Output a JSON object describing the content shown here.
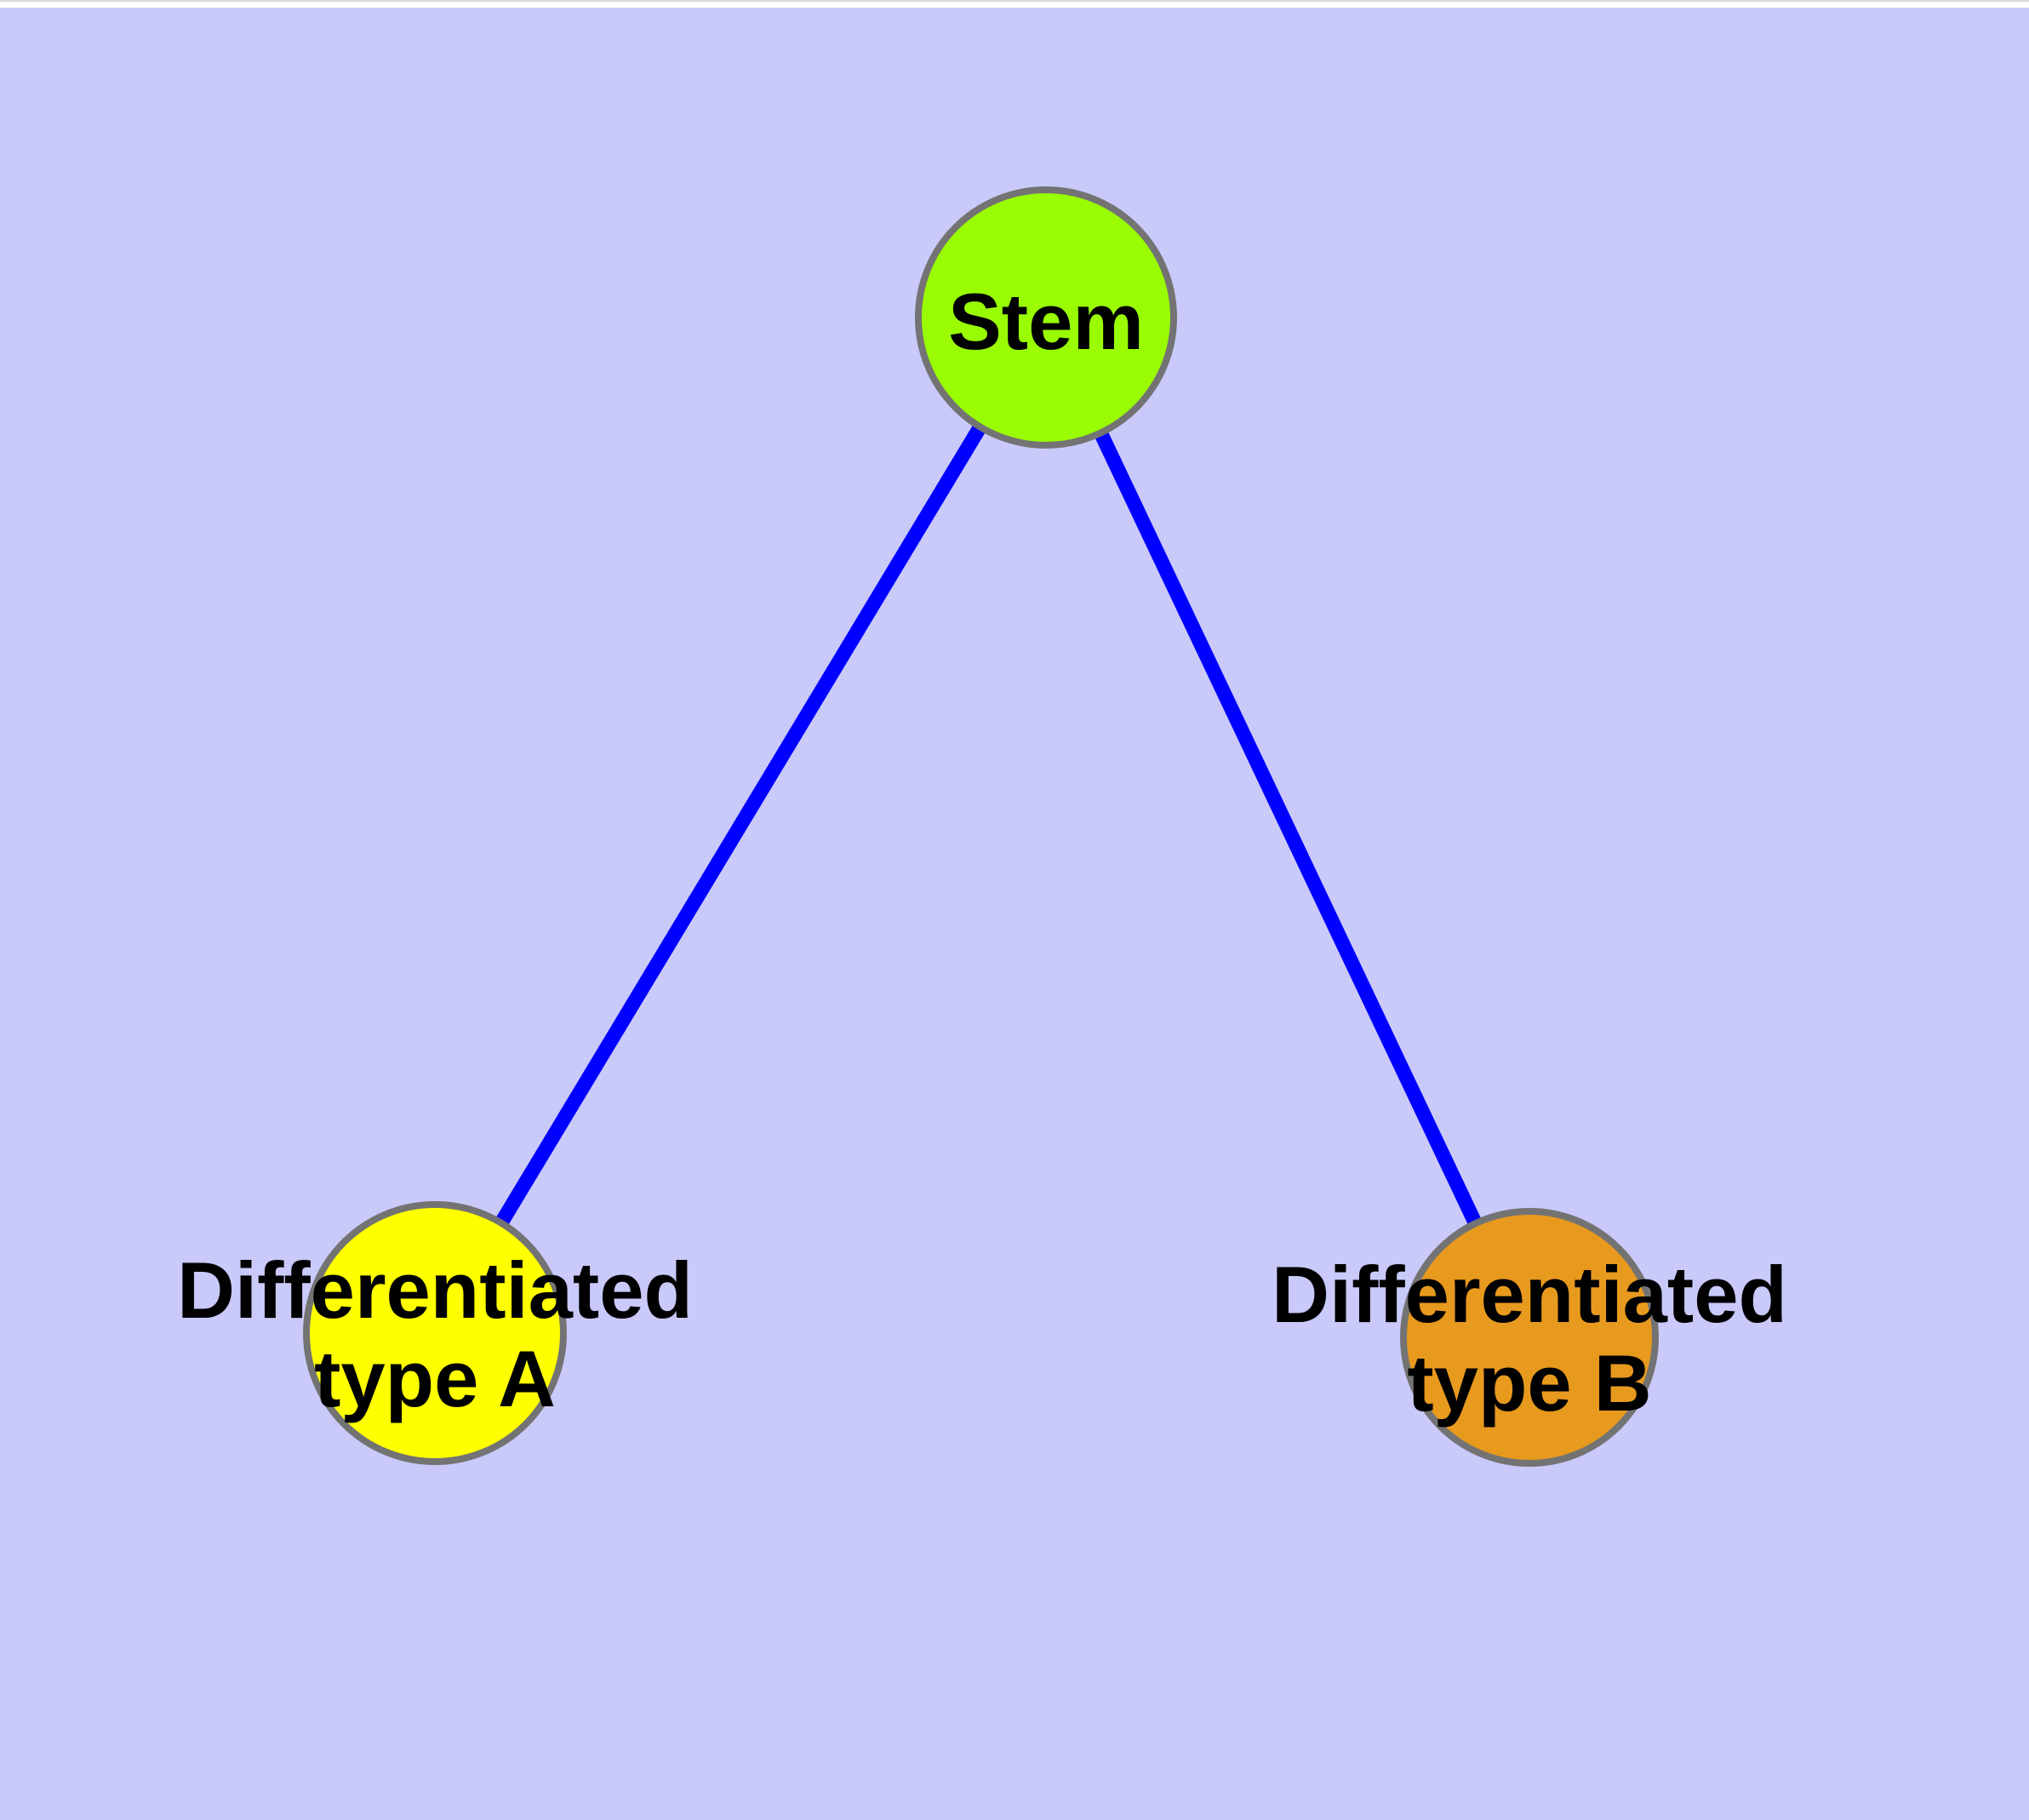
{
  "diagram": {
    "title": "",
    "background_color": "#c9c9fa",
    "edge_color": "#0000ff",
    "node_border_color": "#737373",
    "label_color": "#000000",
    "nodes": {
      "stem": {
        "label": "Stem",
        "color": "#99fc03"
      },
      "type_a": {
        "label_line1": "Differentiated",
        "label_line2": "type A",
        "color": "#ffff00"
      },
      "type_b": {
        "label_line1": "Differentiated",
        "label_line2": "type B",
        "color": "#e89a1e"
      }
    },
    "edges": [
      {
        "from": "Stem",
        "to": "Differentiated type A"
      },
      {
        "from": "Stem",
        "to": "Differentiated type B"
      }
    ]
  }
}
